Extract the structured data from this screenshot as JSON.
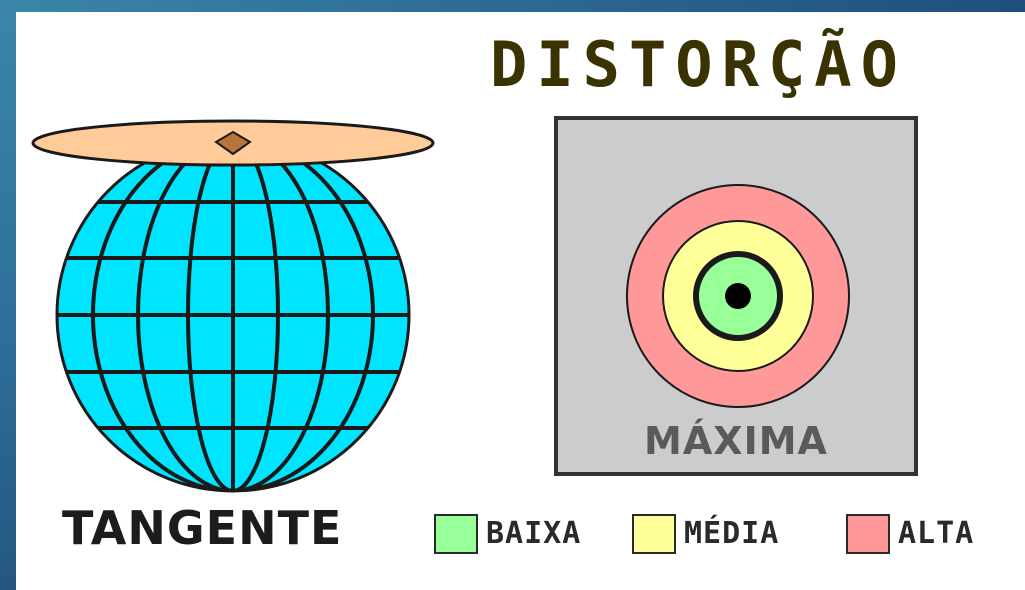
{
  "title": "DISTORÇÃO",
  "globe": {
    "label": "TANGENTE"
  },
  "target": {
    "label": "MÁXIMA"
  },
  "legend": [
    {
      "label": "BAIXA",
      "color": "#99ff99"
    },
    {
      "label": "MÉDIA",
      "color": "#ffff99"
    },
    {
      "label": "ALTA",
      "color": "#ff9999"
    }
  ],
  "colors": {
    "globe_fill": "#00e5ff",
    "plane_fill": "#ffcc99",
    "target_background": "#cccccc",
    "ring_high": "#ff9999",
    "ring_medium": "#ffff99",
    "ring_low": "#99ff99",
    "title": "#3a3200"
  }
}
